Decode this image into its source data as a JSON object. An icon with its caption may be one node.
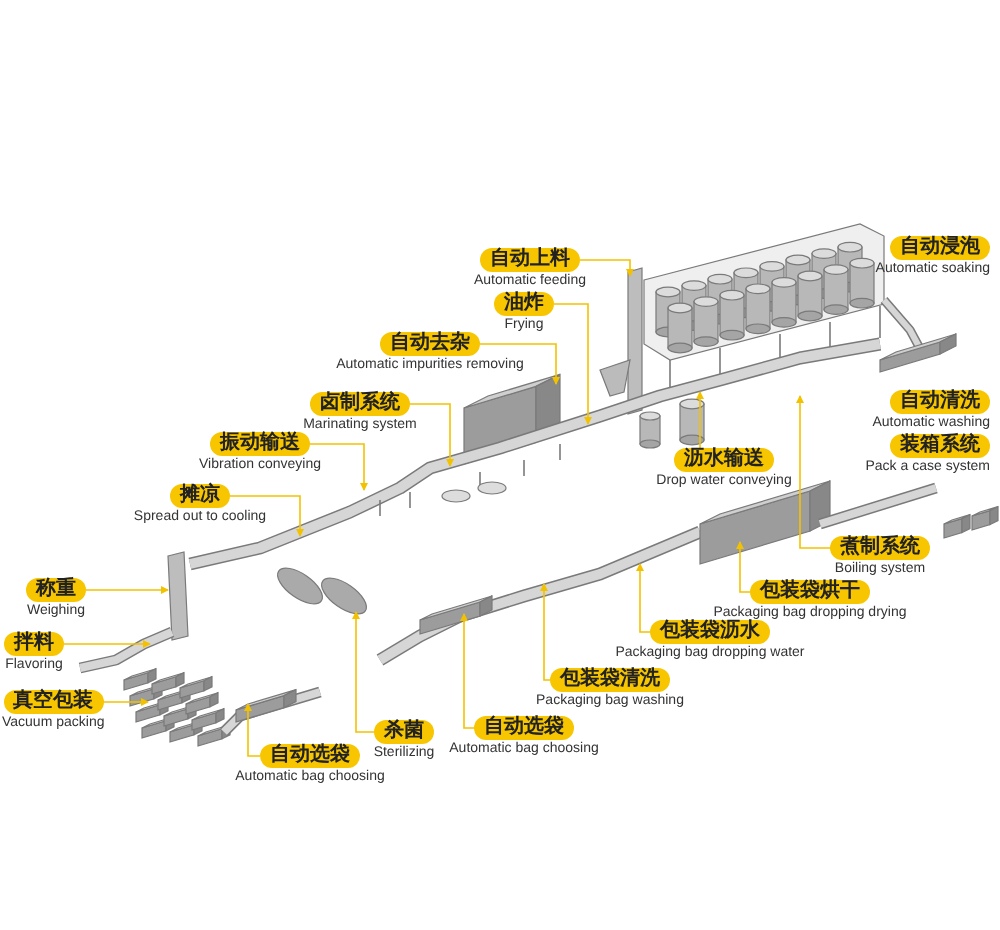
{
  "diagram": {
    "nodes": [
      {
        "text": [
          "自动上料",
          "Automatic feeding"
        ]
      },
      {
        "text": [
          "油炸",
          "Frying"
        ]
      },
      {
        "text": [
          "自动去杂",
          "Automatic impurities removing"
        ]
      },
      {
        "text": [
          "卤制系统",
          "Marinating system"
        ]
      },
      {
        "text": [
          "振动输送",
          "Vibration conveying"
        ]
      },
      {
        "text": [
          "摊凉",
          "Spread out to cooling"
        ]
      },
      {
        "text": [
          "称重",
          "Weighing"
        ]
      },
      {
        "text": [
          "拌料",
          "Flavoring"
        ]
      },
      {
        "text": [
          "真空包装",
          "Vacuum packing"
        ]
      },
      {
        "text": [
          "自动浸泡",
          "Automatic soaking"
        ]
      },
      {
        "text": [
          "自动清洗",
          "Automatic washing"
        ]
      },
      {
        "text": [
          "装箱系统",
          "Pack a case system"
        ]
      },
      {
        "text": [
          "沥水输送",
          "Drop water conveying"
        ]
      },
      {
        "text": [
          "煮制系统",
          "Boiling system"
        ]
      },
      {
        "text": [
          "包装袋烘干",
          "Packaging bag dropping drying"
        ]
      },
      {
        "text": [
          "包装袋沥水",
          "Packaging bag dropping water"
        ]
      },
      {
        "text": [
          "包装袋清洗",
          "Packaging bag washing"
        ]
      },
      {
        "text": [
          "自动选袋",
          "Automatic bag choosing"
        ]
      },
      {
        "text": [
          "杀菌",
          "Sterilizing"
        ]
      },
      {
        "text": [
          "自动选袋",
          "Automatic bag choosing"
        ]
      }
    ],
    "edges": [
      {
        "from": 0,
        "to": null,
        "arrow": "to"
      },
      {
        "from": 1,
        "to": null,
        "arrow": "to"
      },
      {
        "from": 2,
        "to": null,
        "arrow": "to"
      },
      {
        "from": 3,
        "to": null,
        "arrow": "to"
      },
      {
        "from": 4,
        "to": null,
        "arrow": "to"
      },
      {
        "from": 5,
        "to": null,
        "arrow": "to"
      },
      {
        "from": 6,
        "to": null,
        "arrow": "to"
      },
      {
        "from": 7,
        "to": null,
        "arrow": "to"
      },
      {
        "from": 8,
        "to": null,
        "arrow": "to"
      },
      {
        "from": 12,
        "to": null,
        "arrow": "to"
      },
      {
        "from": 13,
        "to": null,
        "arrow": "to"
      },
      {
        "from": 14,
        "to": null,
        "arrow": "to"
      },
      {
        "from": 15,
        "to": null,
        "arrow": "to"
      },
      {
        "from": 16,
        "to": null,
        "arrow": "to"
      },
      {
        "from": 17,
        "to": null,
        "arrow": "to"
      },
      {
        "from": 18,
        "to": null,
        "arrow": "to"
      },
      {
        "from": 19,
        "to": null,
        "arrow": "to"
      }
    ]
  }
}
